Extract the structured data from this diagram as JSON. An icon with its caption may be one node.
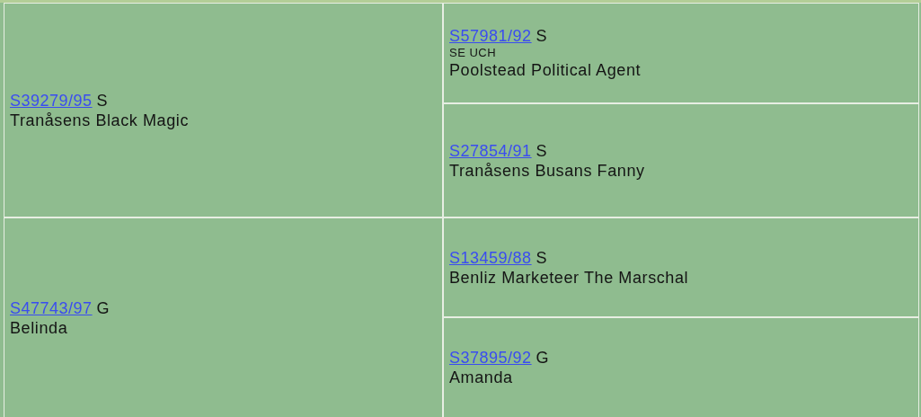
{
  "diagram": {
    "nodes": [
      {
        "text": [
          "S39279/95",
          "S",
          "Tranåsens Black Magic"
        ]
      },
      {
        "text": [
          "S57981/92",
          "S",
          "SE UCH",
          "Poolstead Political Agent"
        ]
      },
      {
        "text": [
          "S27854/91",
          "S",
          "Tranåsens Busans Fanny"
        ]
      },
      {
        "text": [
          "S47743/97",
          "G",
          "Belinda"
        ]
      },
      {
        "text": [
          "S13459/88",
          "S",
          "Benliz Marketeer The Marschal"
        ]
      },
      {
        "text": [
          "S37895/92",
          "G",
          "Amanda"
        ]
      }
    ]
  }
}
